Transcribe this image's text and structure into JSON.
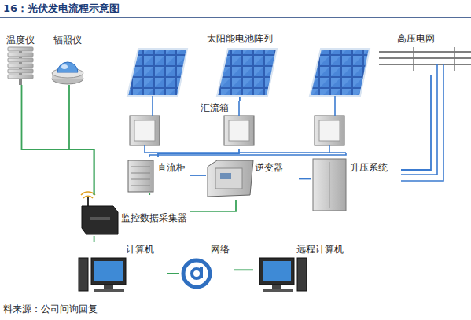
{
  "diagram": {
    "title": "16：光伏发电流程示意图",
    "caption": "料来源：公司问询回复",
    "nodes": [
      {
        "text": [
          "温度仪"
        ]
      },
      {
        "text": [
          "辐照仪"
        ]
      },
      {
        "text": [
          "太阳能电池阵列"
        ]
      },
      {
        "text": [
          "高压电网"
        ]
      },
      {
        "text": [
          "汇流箱"
        ]
      },
      {
        "text": [
          "直流柜"
        ]
      },
      {
        "text": [
          "逆变器"
        ]
      },
      {
        "text": [
          "升压系统"
        ]
      },
      {
        "text": [
          "监控数据采集器"
        ]
      },
      {
        "text": [
          "计算机"
        ]
      },
      {
        "text": [
          "网络"
        ]
      },
      {
        "text": [
          "远程计算机"
        ]
      }
    ],
    "edges": [
      {
        "from": 0,
        "to": 8,
        "arrow": "none"
      },
      {
        "from": 1,
        "to": 8,
        "arrow": "none"
      },
      {
        "from": 2,
        "to": 4,
        "arrow": "none"
      },
      {
        "from": 4,
        "to": 5,
        "arrow": "none"
      },
      {
        "from": 5,
        "to": 6,
        "arrow": "none"
      },
      {
        "from": 6,
        "to": 7,
        "arrow": "none"
      },
      {
        "from": 7,
        "to": 3,
        "arrow": "none"
      },
      {
        "from": 8,
        "to": 5,
        "arrow": "none"
      },
      {
        "from": 8,
        "to": 6,
        "arrow": "none"
      },
      {
        "from": 8,
        "to": 9,
        "arrow": "none"
      },
      {
        "from": 9,
        "to": 10,
        "arrow": "none"
      },
      {
        "from": 10,
        "to": 11,
        "arrow": "none"
      }
    ]
  }
}
